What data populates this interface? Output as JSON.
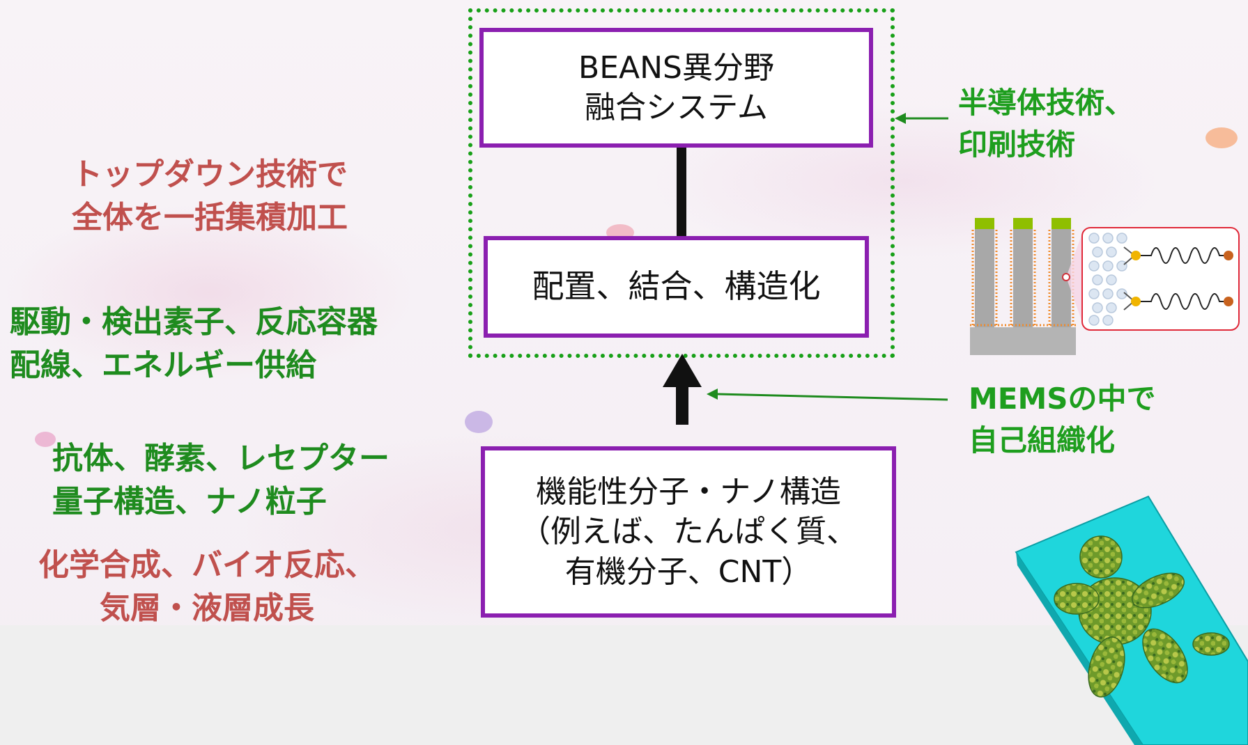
{
  "boxes": {
    "top": "BEANS異分野\n融合システム",
    "middle": "配置、結合、構造化",
    "bottom": "機能性分子・ナノ構造\n（例えば、たんぱく質、\n有機分子、CNT）"
  },
  "left_labels": {
    "top_down": "トップダウン技術で\n全体を一括集積加工",
    "elements": "駆動・検出素子、反応容器\n配線、エネルギー供給",
    "molecules": "抗体、酵素、レセプター\n量子構造、ナノ粒子",
    "processes": "化学合成、バイオ反応、\n気層・液層成長"
  },
  "right_labels": {
    "semiconductor": "半導体技術、\n印刷技術",
    "self_org": "MEMSの中で\n自己組織化"
  },
  "colors": {
    "box_border": "#8b1fb0",
    "frame_dotted": "#18a018",
    "text_red": "#c0504d",
    "text_green": "#1e8b1e",
    "chip": "#1fd6dc",
    "pillar_tip": "#8fbf00",
    "pillar": "#a8a8a8",
    "fringe": "#f08a2a"
  }
}
